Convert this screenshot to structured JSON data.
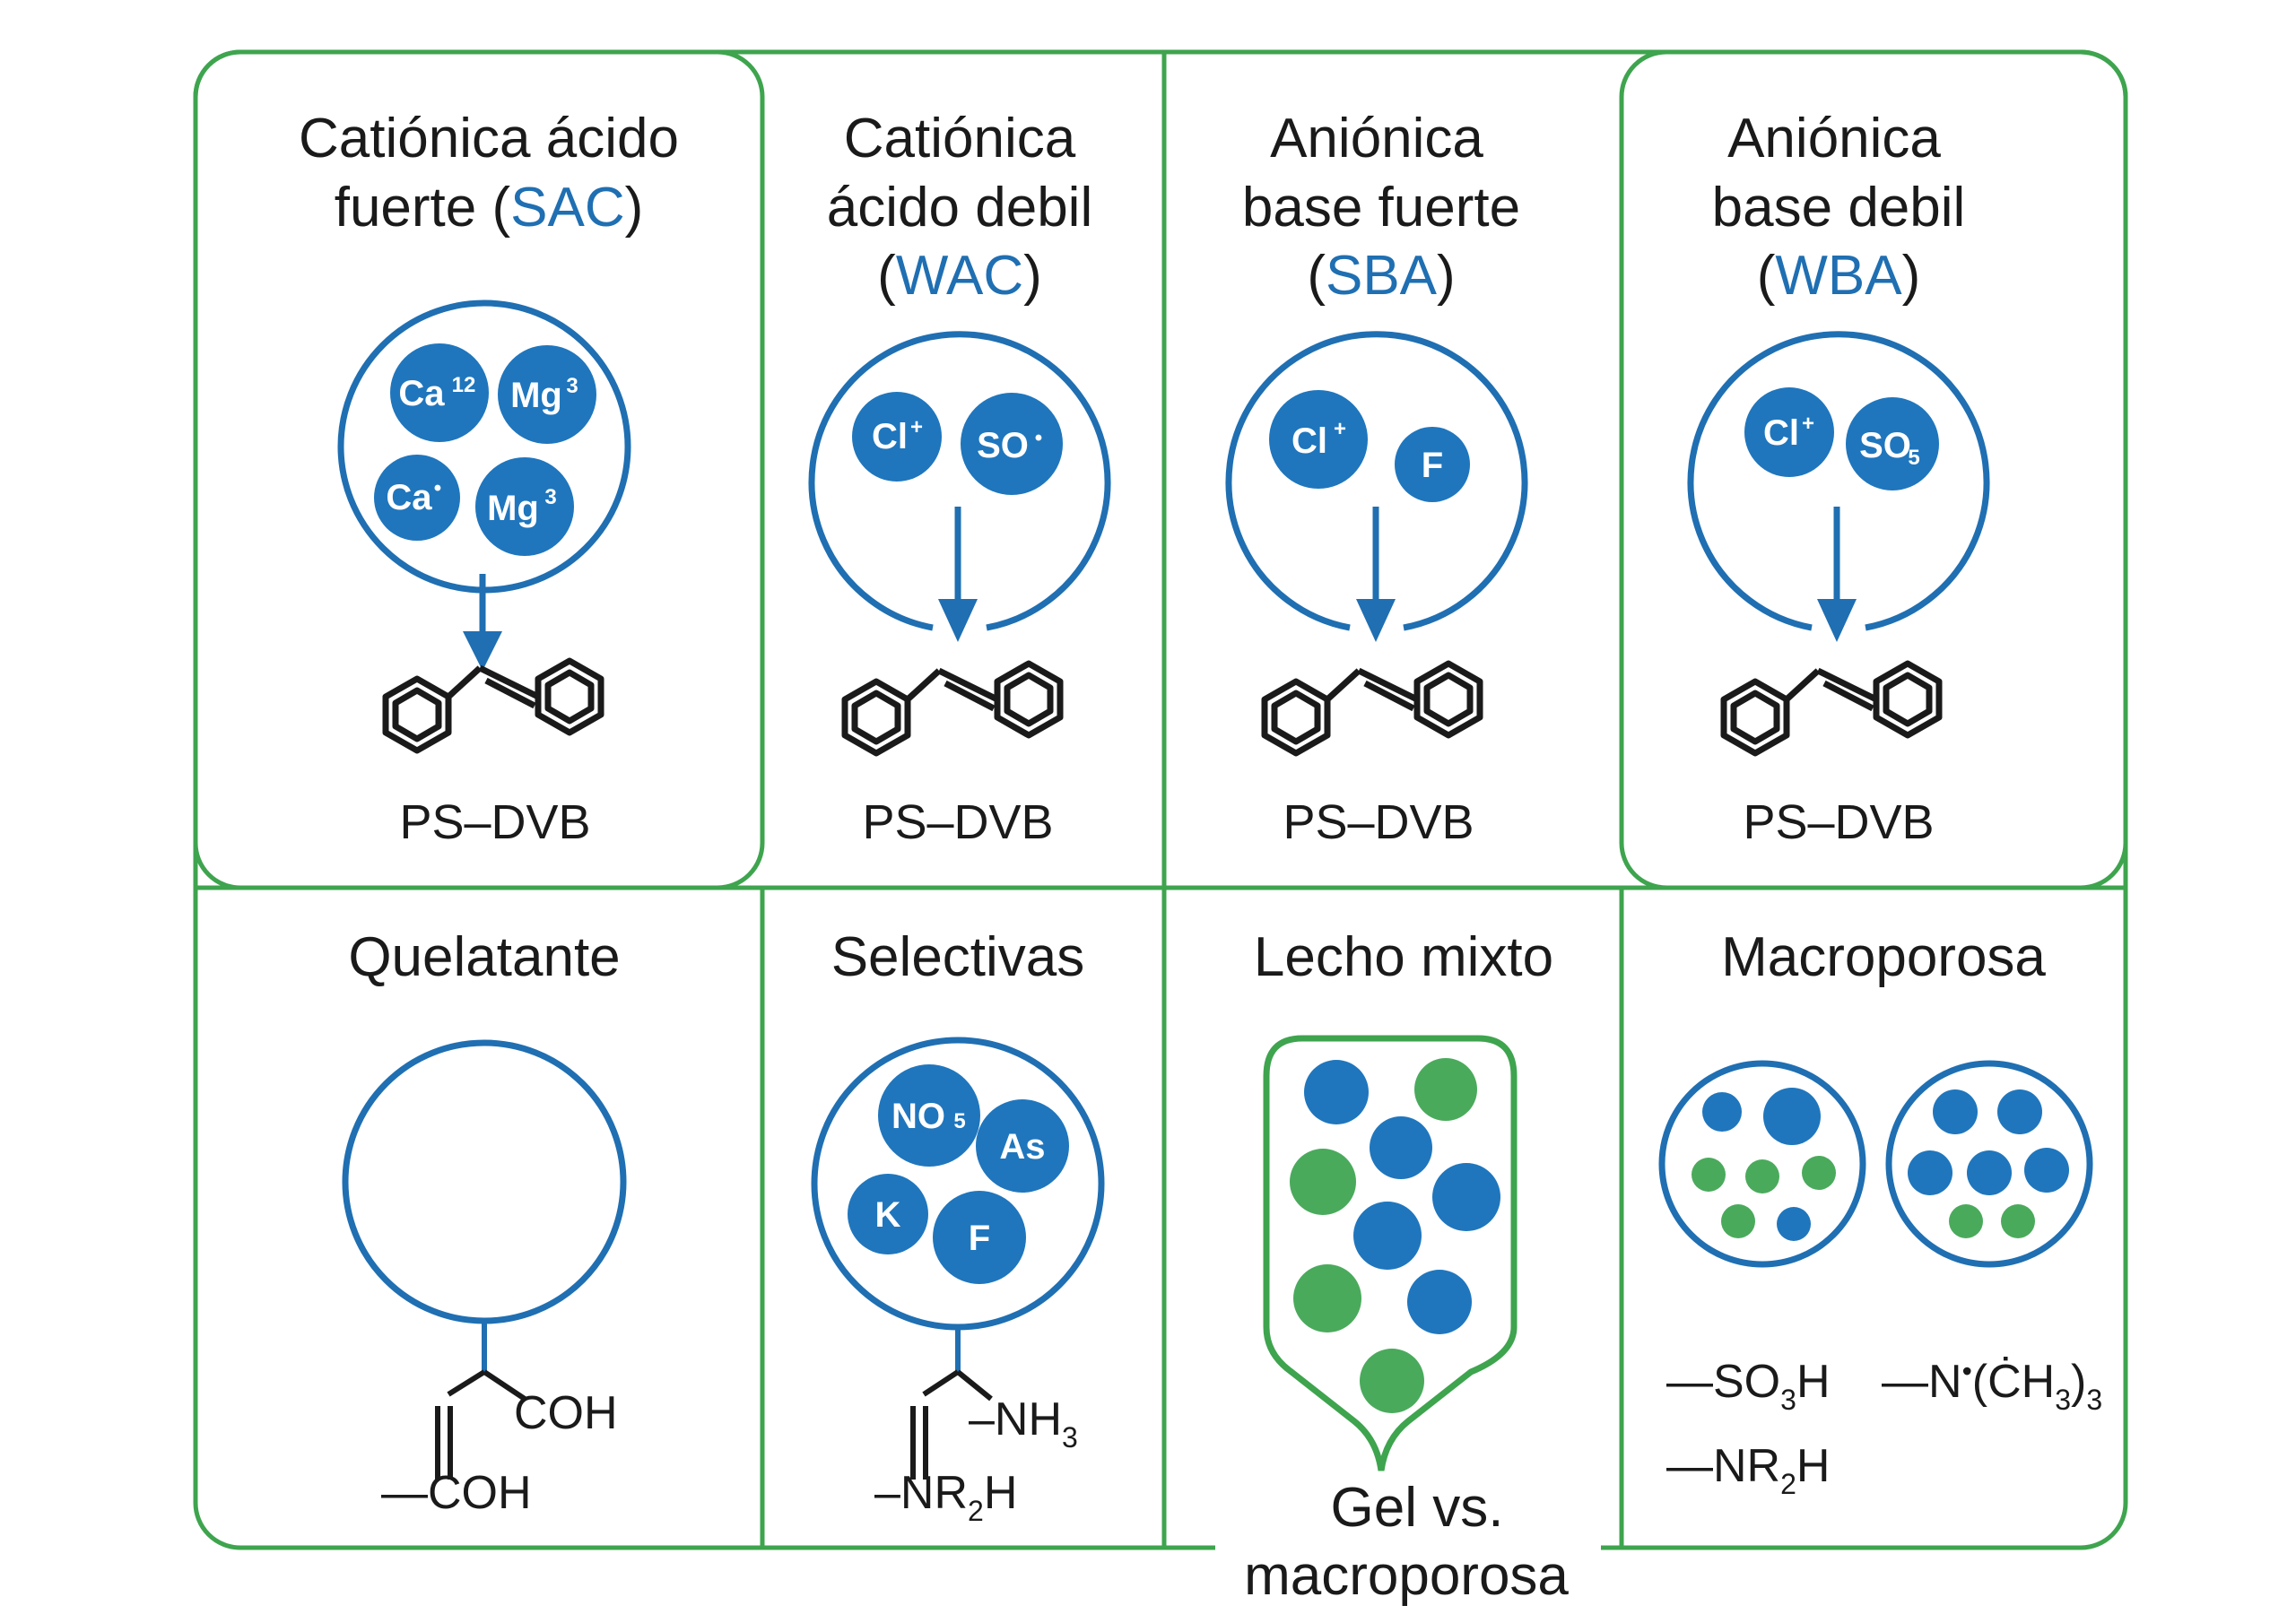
{
  "colors": {
    "green": "#3ea44e",
    "blue": "#1f6fb2",
    "blue_bead": "#1f76bd",
    "green_bead": "#4aaa5c",
    "text": "#1a1a1a"
  },
  "panels": {
    "sac": {
      "title_line1": "Catiónica ácido",
      "title_line2_pre": "fuerte (",
      "title_abbr": "SAC",
      "title_line2_post": ")",
      "ions": [
        "Ca",
        "Mg",
        "Ca",
        "Mg"
      ],
      "ion_charges": [
        "12",
        "3",
        "•",
        "3"
      ],
      "backbone": "PS–DVB"
    },
    "wac": {
      "title_line1": "Catiónica",
      "title_line2": "ácido debil",
      "title_line3_pre": "(",
      "title_abbr": "WAC",
      "title_line3_post": ")",
      "ions": [
        "Cl",
        "SO"
      ],
      "ion_charges": [
        "+",
        "•"
      ],
      "backbone": "PS–DVB"
    },
    "sba": {
      "title_line1": "Aniónica",
      "title_line2": "base fuerte",
      "title_line3_pre": "(",
      "title_abbr": "SBA",
      "title_line3_post": ")",
      "ions": [
        "Cl",
        "F"
      ],
      "ion_charges": [
        "+"
      ],
      "backbone": "PS–DVB"
    },
    "wba": {
      "title_line1": "Aniónica",
      "title_line2": "base debil",
      "title_line3_pre": "(",
      "title_abbr": "WBA",
      "title_line3_post": ")",
      "ions": [
        "Cl",
        "SO"
      ],
      "ion_charges": [
        "+"
      ],
      "ion_subscripts": [
        "5"
      ],
      "backbone": "PS–DVB"
    },
    "quelatante": {
      "title": "Quelatante",
      "group1": "COH",
      "group2": "—COH"
    },
    "selectivas": {
      "title": "Selectivas",
      "ions": [
        "NO",
        "As",
        "K",
        "F"
      ],
      "ion_subscripts": [
        "5"
      ],
      "group1": "NH",
      "group1_sub": "3",
      "group2_pre": "–NR",
      "group2_sub": "2",
      "group2_post": "H"
    },
    "lecho": {
      "title": "Lecho mixto",
      "caption_line1": "Gel vs.",
      "caption_line2": "macroporosa"
    },
    "macroporosa": {
      "title": "Macroporosa",
      "f1_pre": "—SO",
      "f1_sub": "3",
      "f1_post": "H",
      "f2_pre": "—N",
      "f2_sup": "•",
      "f2_mid": "(ĊH",
      "f2_sub": "3",
      "f2_close": ")",
      "f2_sub2": "3",
      "f3_pre": "—NR",
      "f3_sub": "2",
      "f3_post": "H"
    }
  }
}
